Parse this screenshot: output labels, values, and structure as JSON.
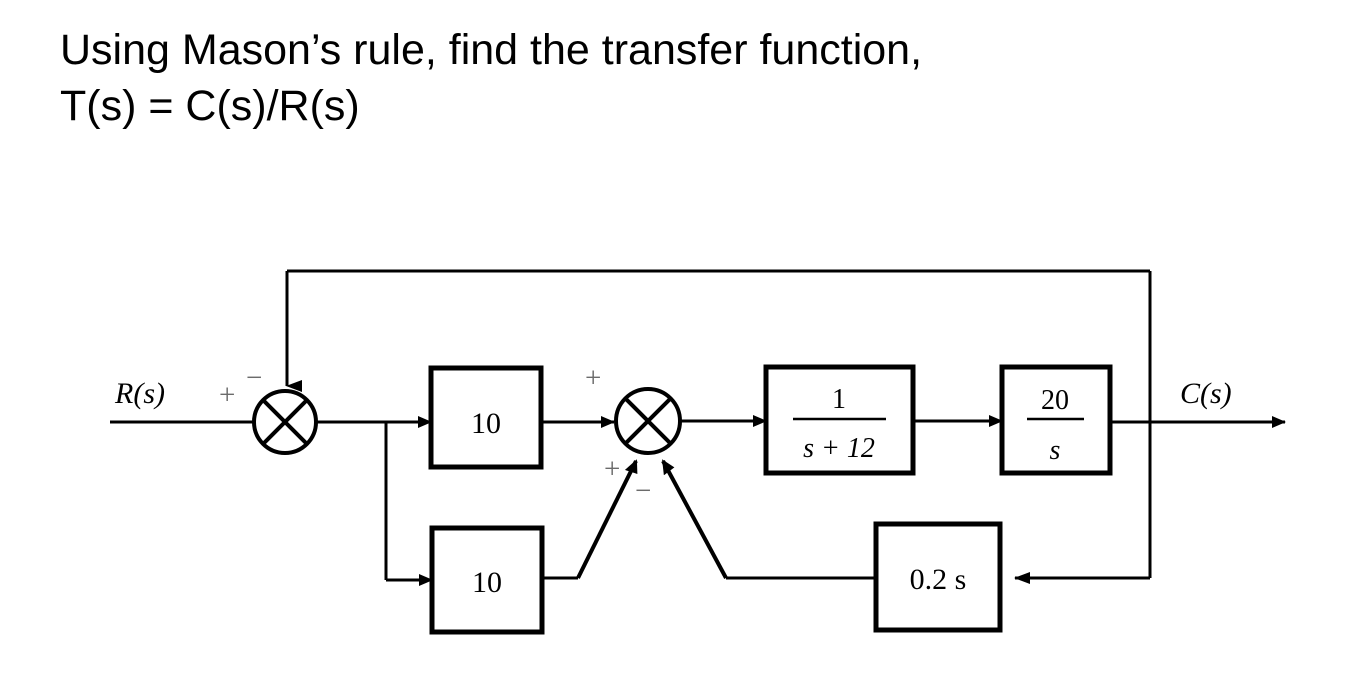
{
  "title": {
    "line1": "Using Mason’s rule, find the transfer function,",
    "line2": "T(s) = C(s)/R(s)"
  },
  "diagram": {
    "name": "block-diagram-feedback-system",
    "input_label": "R(s)",
    "output_label": "C(s)",
    "blocks": [
      {
        "id": "gain-upper",
        "label": "10"
      },
      {
        "id": "gain-lower",
        "label": "10"
      },
      {
        "id": "plant-first-order",
        "numerator": "1",
        "denominator": "s + 12"
      },
      {
        "id": "integrator",
        "numerator": "20",
        "denominator": "s"
      },
      {
        "id": "derivative-feedback",
        "label": "0.2 s"
      }
    ],
    "summing_junctions": [
      {
        "id": "summer-1",
        "signs": {
          "left_input": "+",
          "top_input": "−"
        }
      },
      {
        "id": "summer-2",
        "signs": {
          "left_input": "+",
          "lower_left_input": "+",
          "lower_right_input": "−"
        }
      }
    ],
    "colors": {
      "line": "#000000",
      "sign": "#6b6b6b",
      "background": "#ffffff"
    }
  }
}
